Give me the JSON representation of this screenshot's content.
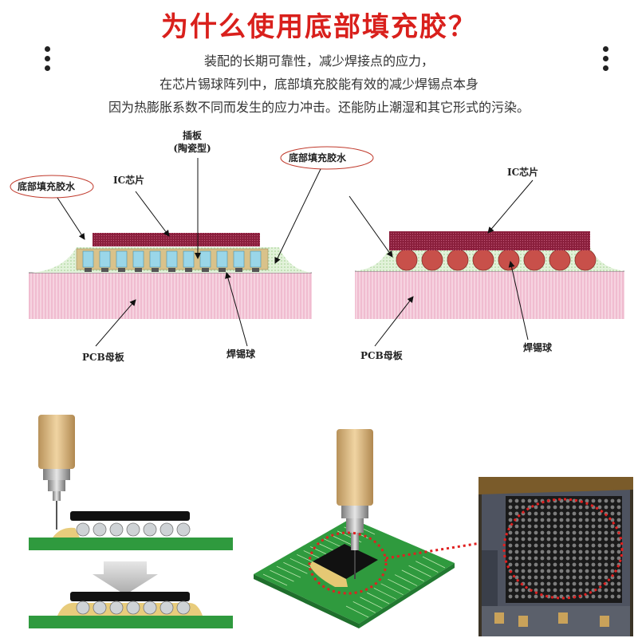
{
  "title": "为什么使用底部填充胶？",
  "intro": [
    "装配的长期可靠性，减少焊接点的应力，",
    "在芯片锡球阵列中，底部填充胶能有效的减少焊锡点本身",
    "因为热膨胀系数不同而发生的应力冲击。还能防止潮湿和其它形式的污染。"
  ],
  "left_diagram": {
    "interposer_label_1": "插板",
    "interposer_label_2": "(陶瓷型)",
    "ic_label": "IC芯片",
    "underfill_label_a": "底部填充胶水",
    "underfill_label_b": "底部填充胶水",
    "pcb_label": "PCB母板",
    "ball_label": "焊锡球"
  },
  "right_diagram": {
    "ic_label": "IC芯片",
    "pcb_label": "PCB母板",
    "ball_label": "焊锡球"
  },
  "colors": {
    "title_red": "#d9201c",
    "chip_maroon": "#8a1f3c",
    "pcb_pink": "#f6c9d8",
    "underfill_green": "#cde8c2",
    "solder_red": "#c8504a",
    "board_green": "#2f9a3e",
    "needle_gold": "#d8b27a"
  }
}
